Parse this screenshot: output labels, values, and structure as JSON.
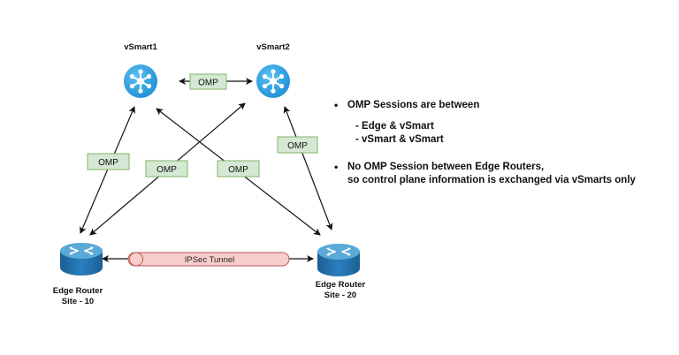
{
  "nodes": {
    "vsmart1": {
      "label": "vSmart1"
    },
    "vsmart2": {
      "label": "vSmart2"
    },
    "edge_site10": {
      "label_line1": "Edge Router",
      "label_line2": "Site - 10"
    },
    "edge_site20": {
      "label_line1": "Edge Router",
      "label_line2": "Site - 20"
    }
  },
  "links": {
    "vsmart1_vsmart2": "OMP",
    "vsmart1_edge10": "OMP",
    "edge10_vsmart2": "OMP",
    "vsmart1_edge20": "OMP",
    "vsmart2_edge20": "OMP",
    "tunnel": "IPSec Tunnel"
  },
  "colors": {
    "vsmart_fill": "#2b9fe0",
    "omp_label_fill": "#d5e8d4",
    "omp_label_border": "#82b366",
    "tunnel_fill": "#f8cecc",
    "tunnel_border": "#b85450",
    "router_top": "#5aa9d6",
    "router_body": "#1f6fa8"
  },
  "notes": {
    "bullet1": "OMP Sessions are between",
    "sub1": "- Edge & vSmart",
    "sub2": "- vSmart & vSmart",
    "bullet2_line1": "No OMP Session between Edge Routers,",
    "bullet2_line2": "so control plane information is exchanged via vSmarts only"
  }
}
